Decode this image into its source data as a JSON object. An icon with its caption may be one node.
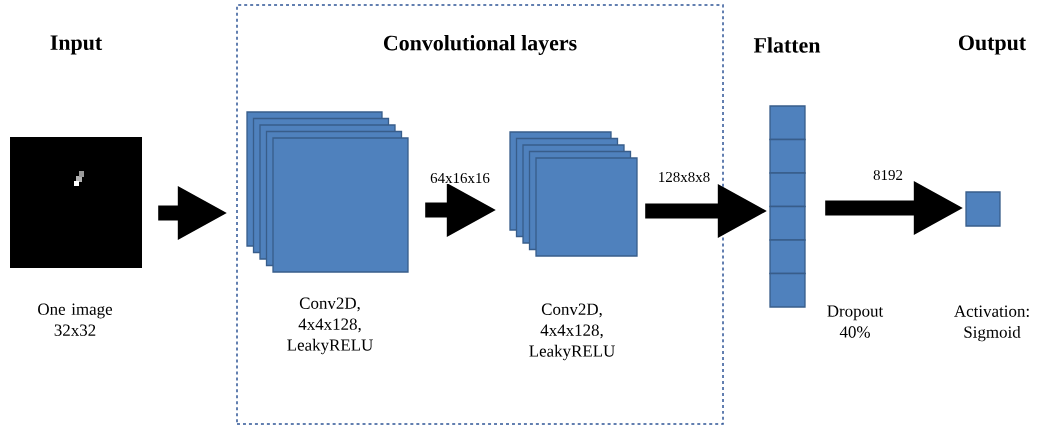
{
  "diagram": {
    "nodes": [
      {
        "text": [],
        "shape": "picture",
        "beside": [
          "One image 32x32"
        ]
      },
      {
        "text": [
          "Convolutional layers"
        ]
      },
      {
        "text": [],
        "shape": "box",
        "in": 1,
        "beside": [
          "Conv2D, 4x4x128, LeakyRELU"
        ]
      },
      {
        "text": [],
        "shape": "box",
        "in": 1,
        "beside": [
          "Conv2D, 4x4x128, LeakyRELU"
        ]
      },
      {
        "text": [],
        "shape": "bar",
        "beside": [
          "Dropout 40%"
        ]
      },
      {
        "text": [],
        "shape": "box"
      }
    ],
    "edges": [
      {
        "from": 0,
        "to": 2,
        "arrow": "to"
      },
      {
        "from": 2,
        "to": 3,
        "arrow": "to",
        "label": "64x16x16"
      },
      {
        "from": 3,
        "to": 4,
        "arrow": "to",
        "label": "128x8x8"
      },
      {
        "from": 4,
        "to": 5,
        "arrow": "to",
        "label": "8192"
      }
    ],
    "labels": [
      "Input",
      "Flatten",
      "Output",
      "Activation: Sigmoid"
    ]
  }
}
